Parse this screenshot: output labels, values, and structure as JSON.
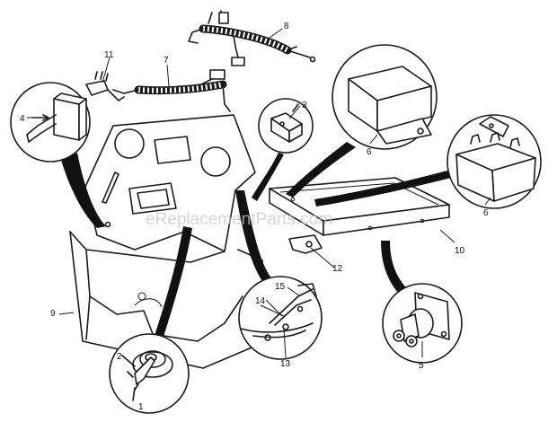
{
  "watermark": "eReplacementParts.com",
  "callouts": {
    "c1": "1",
    "c2": "2",
    "c3": "3",
    "c4": "4",
    "c5": "5",
    "c6a": "6",
    "c6b": "6",
    "c7": "7",
    "c8": "8",
    "c9": "9",
    "c10": "10",
    "c11": "11",
    "c12": "12",
    "c13": "13",
    "c14": "14",
    "c15": "15"
  }
}
